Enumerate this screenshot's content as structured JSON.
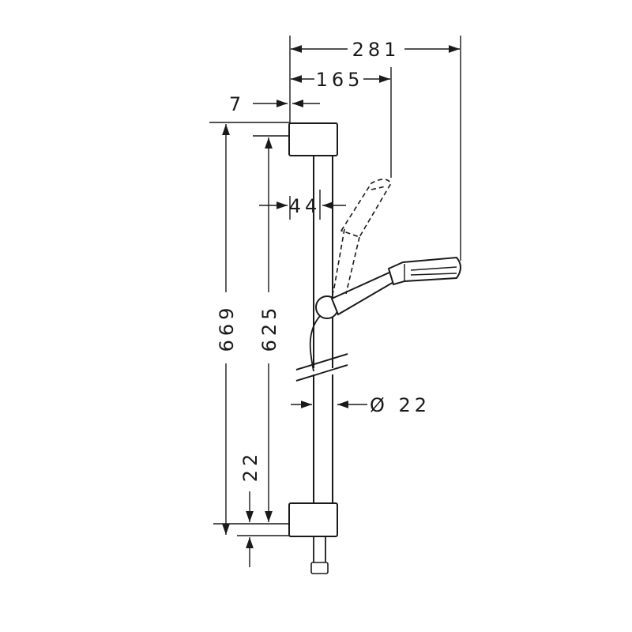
{
  "dimensions": {
    "total_width": "281",
    "handshower_width": "165",
    "wall_offset": "7",
    "clearance": "44",
    "total_height": "669",
    "rail_height": "625",
    "bottom_offset": "22",
    "rail_diameter": "Ø 22"
  },
  "colors": {
    "line": "#1a1a1a",
    "background": "#ffffff"
  }
}
